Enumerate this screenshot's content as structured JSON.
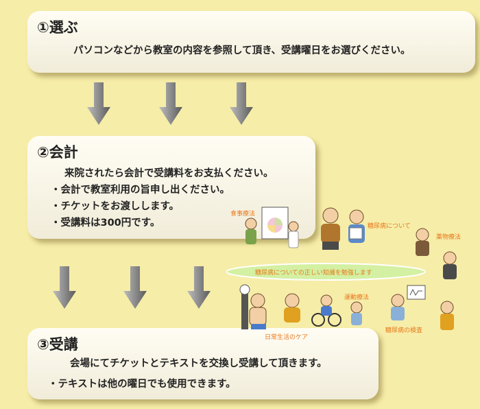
{
  "steps": [
    {
      "heading": "①選ぶ",
      "lines": [
        "パソコンなどから教室の内容を参照して頂き、受講曜日をお選びください。"
      ]
    },
    {
      "heading": "②会計",
      "lines": [
        "来院されたら会計で受講料をお支払ください。",
        "・会計で教室利用の旨申し出ください。",
        "・チケットをお渡しします。",
        "・受講料は300円です。"
      ]
    },
    {
      "heading": "③受講",
      "lines": [
        "会場にてチケットとテキストを交換し受講して頂きます。",
        "・テキストは他の曜日でも使用できます。"
      ]
    }
  ],
  "illustration": {
    "labels": {
      "diet": "食事療法",
      "about": "糖尿病について",
      "drug": "薬物療法",
      "banner": "糖尿病についての正しい知識を勉強します",
      "exercise": "運動療法",
      "daily": "日常生活のケア",
      "exam": "糖尿病の検査"
    }
  },
  "colors": {
    "background": "#f6eda8",
    "card": "#fbf8ea",
    "label_orange": "#e8771a",
    "banner_green": "#d4f0a2",
    "arrow_gray": "#8c8c8c"
  }
}
